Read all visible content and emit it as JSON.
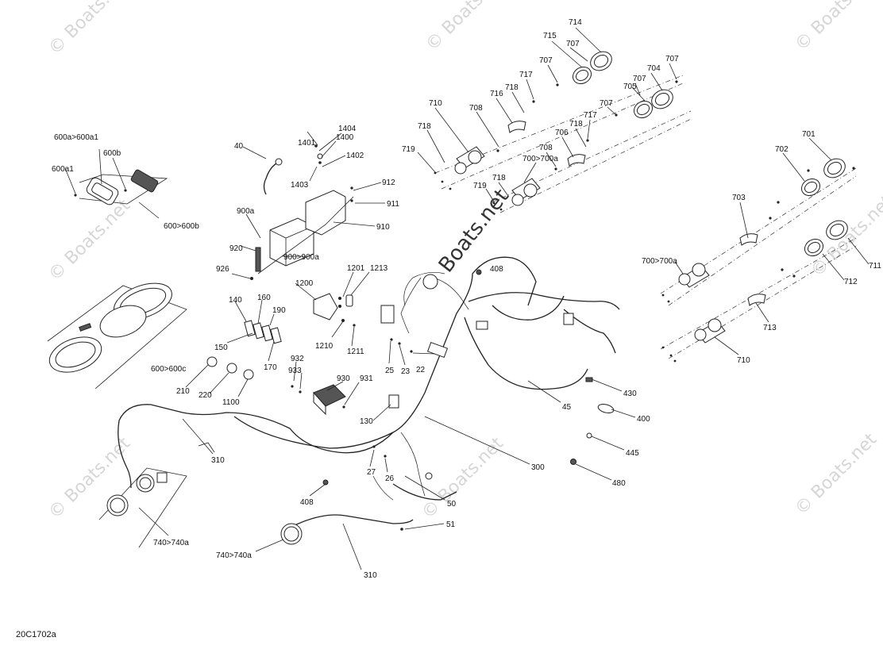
{
  "diagram": {
    "code": "20C1702a",
    "watermark_text": "© Boats.net",
    "watermark_center": "Boats.net"
  },
  "labels": {
    "l714": "714",
    "l715": "715",
    "l707a": "707",
    "l707b": "707",
    "l707c": "707",
    "l707d": "707",
    "l707e": "707",
    "l704": "704",
    "l705": "705",
    "l717a": "717",
    "l717b": "717",
    "l718a": "718",
    "l718b": "718",
    "l718c": "718",
    "l718d": "718",
    "l716": "716",
    "l710a": "710",
    "l710b": "710",
    "l708a": "708",
    "l708b": "708",
    "l719a": "719",
    "l719b": "719",
    "l706": "706",
    "l700a": "700>700a",
    "l700b": "700>700a",
    "l701": "701",
    "l702": "702",
    "l703": "703",
    "l711": "711",
    "l712": "712",
    "l713": "713",
    "l1404": "1404",
    "l1401": "1401",
    "l1400": "1400",
    "l1402": "1402",
    "l1403": "1403",
    "l40": "40",
    "l912": "912",
    "l911": "911",
    "l910": "910",
    "l900a": "900a",
    "l920": "920",
    "l900": "900>900a",
    "l926": "926",
    "l600a1a": "600a>600a1",
    "l600b": "600b",
    "l600a1": "600a1",
    "l600b2": "600>600b",
    "l1201": "1201",
    "l1213": "1213",
    "l1200": "1200",
    "l1210": "1210",
    "l1211": "1211",
    "l140": "140",
    "l160": "160",
    "l190": "190",
    "l150": "150",
    "l170": "170",
    "l600c": "600>600c",
    "l210": "210",
    "l220": "220",
    "l1100": "1100",
    "l932": "932",
    "l933": "933",
    "l930": "930",
    "l931": "931",
    "l408a": "408",
    "l408b": "408",
    "l25": "25",
    "l23": "23",
    "l22": "22",
    "l45": "45",
    "l430": "430",
    "l400": "400",
    "l445": "445",
    "l480": "480",
    "l130": "130",
    "l300": "300",
    "l310a": "310",
    "l310b": "310",
    "l27": "27",
    "l26": "26",
    "l50": "50",
    "l51": "51",
    "l740a": "740>740a",
    "l740b": "740>740a"
  }
}
